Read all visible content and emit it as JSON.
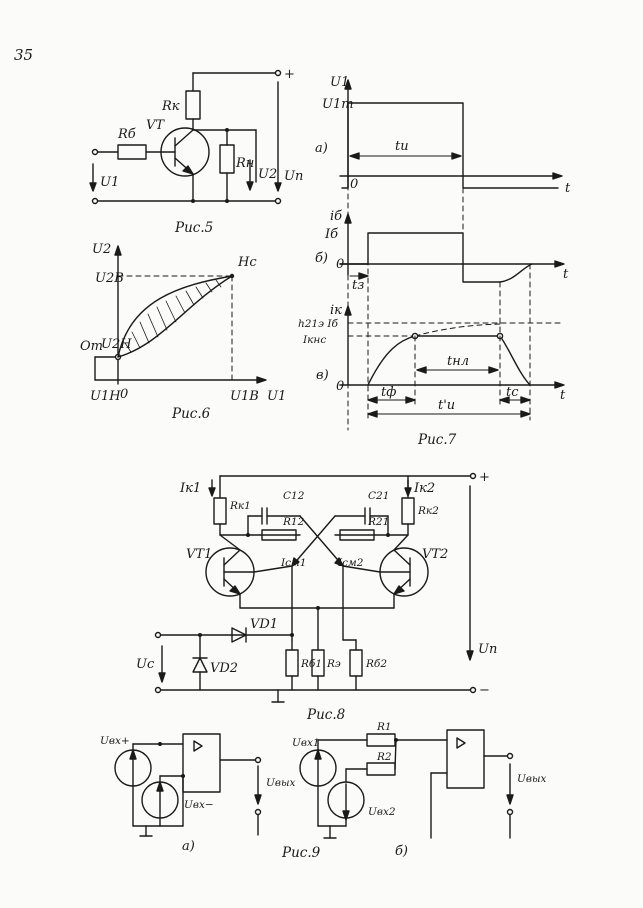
{
  "page_number": "35",
  "fig5": {
    "caption": "Рис.5",
    "vt": "VT",
    "rk": "Rк",
    "rb": "Rб",
    "rn": "Rн",
    "u1": "U1",
    "u2": "U2",
    "un": "Uп",
    "plus": "+"
  },
  "fig6": {
    "caption": "Рис.6",
    "u2_axis": "U2",
    "u1_axis": "U1",
    "u2v": "U2В",
    "u2n": "U2Н",
    "u1n": "U1Н",
    "u1v": "U1В",
    "ot": "От",
    "nas": "Нс",
    "zero": "0"
  },
  "fig7": {
    "caption": "Рис.7",
    "a": {
      "letter": "а)",
      "y": "U1",
      "ym": "U1m",
      "t": "t",
      "pulse": "tи",
      "zero": "0"
    },
    "b": {
      "letter": "б)",
      "y": "iб",
      "ib": "Iб",
      "t": "t",
      "zero": "0",
      "tz": "tз"
    },
    "c": {
      "letter": "в)",
      "y": "iк",
      "h21": "h21э Iб",
      "iknas": "Iкнс",
      "t": "t",
      "zero": "0",
      "tf": "tф",
      "tn": "tнл",
      "tc": "tс",
      "tpulse": "t'и"
    }
  },
  "fig8": {
    "caption": "Рис.8",
    "plus": "+",
    "minus": "−",
    "ik1": "Iк1",
    "ik2": "Iк2",
    "rk1": "Rк1",
    "rk2": "Rк2",
    "c12": "C12",
    "c21": "C21",
    "r12": "R12",
    "r21": "R21",
    "vt1": "VT1",
    "vt2": "VT2",
    "icm1": "Iсм1",
    "icm2": "Iсм2",
    "vd1": "VD1",
    "vd2": "VD2",
    "uc": "Uс",
    "rb1": "Rб1",
    "re": "Rэ",
    "rb2": "Rб2",
    "un": "Uп"
  },
  "fig9": {
    "caption": "Рис.9",
    "a": {
      "letter": "а)",
      "uplus": "Uвх+",
      "uminus": "Uвх−",
      "uout": "Uвых"
    },
    "b": {
      "letter": "б)",
      "u1": "Uвх1",
      "u2": "Uвх2",
      "r1": "R1",
      "r2": "R2",
      "uout": "Uвых"
    }
  }
}
